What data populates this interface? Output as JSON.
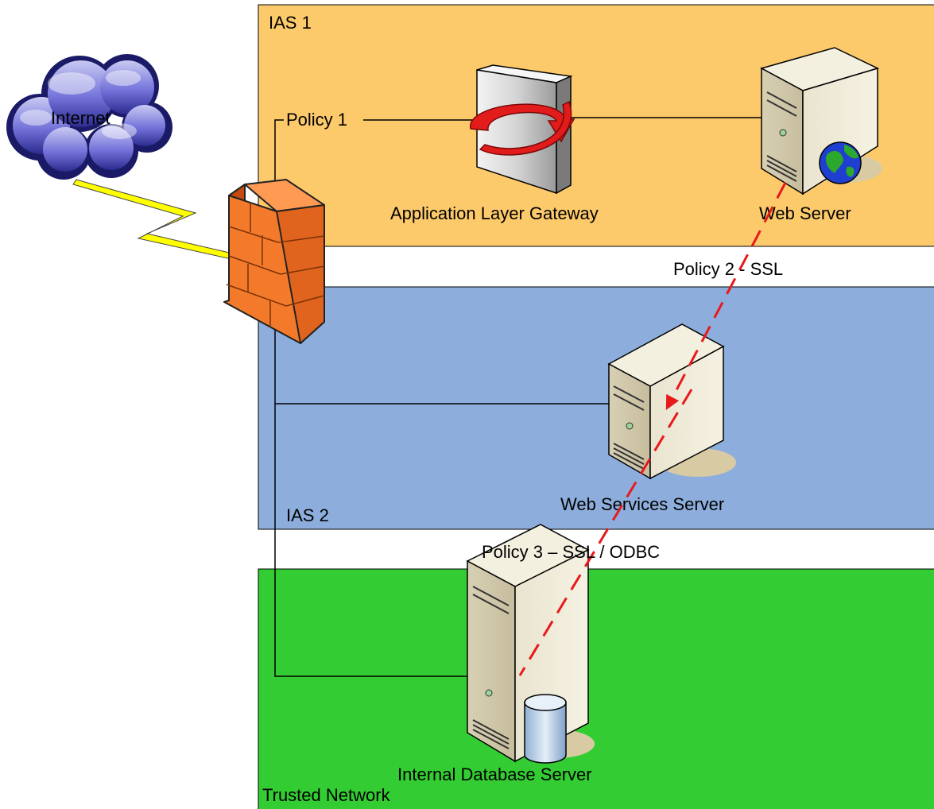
{
  "zones": {
    "ias1": {
      "label": "IAS 1",
      "color": "#fdca6b"
    },
    "ias2": {
      "label": "IAS 2",
      "color": "#8daedc"
    },
    "trusted": {
      "label": "Trusted Network",
      "color": "#34cc33"
    }
  },
  "nodes": {
    "internet": "Internet",
    "gateway": "Application Layer Gateway",
    "web_server": "Web Server",
    "web_services_server": "Web Services Server",
    "database_server": "Internal Database Server"
  },
  "policies": {
    "p1": "Policy 1",
    "p2": "Policy 2 - SSL",
    "p3": "Policy 3 – SSL / ODBC"
  },
  "colors": {
    "flow": "#e8191b",
    "firewall": "#f47a2b",
    "lightning": "#ffff00",
    "cloud": "#6d6dd6"
  }
}
